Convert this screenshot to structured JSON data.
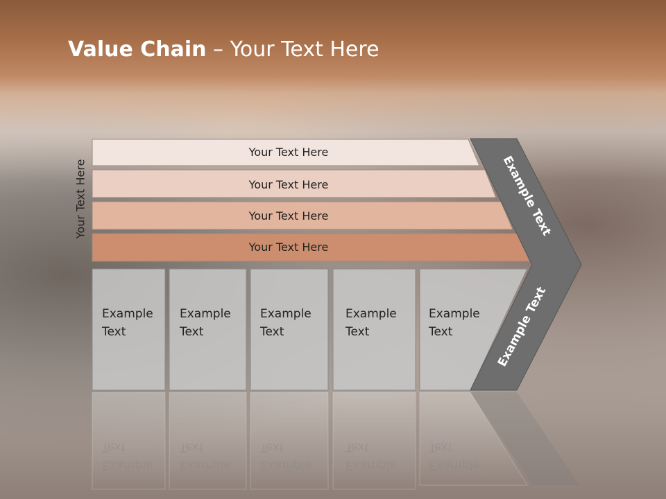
{
  "title": {
    "bold": "Value Chain",
    "rest": " – Your Text Here"
  },
  "side_label": "Your Text Here",
  "bars": [
    {
      "label": "Your Text Here",
      "color": "#f2e5e0"
    },
    {
      "label": "Your Text Here",
      "color": "#eacfc2"
    },
    {
      "label": "Your Text Here",
      "color": "#e1b59e"
    },
    {
      "label": "Your Text Here",
      "color": "#cc8e6e"
    }
  ],
  "boxes": [
    {
      "line1": "Example",
      "line2": "Text"
    },
    {
      "line1": "Example",
      "line2": "Text"
    },
    {
      "line1": "Example",
      "line2": "Text"
    },
    {
      "line1": "Example",
      "line2": "Text"
    },
    {
      "line1": "Example",
      "line2": "Text"
    }
  ],
  "chevron_top": "Example Text",
  "chevron_bottom": "Example Text",
  "colors": {
    "box_fill": "#c8c8c8",
    "chevron_fill": "#6e6e6e"
  }
}
